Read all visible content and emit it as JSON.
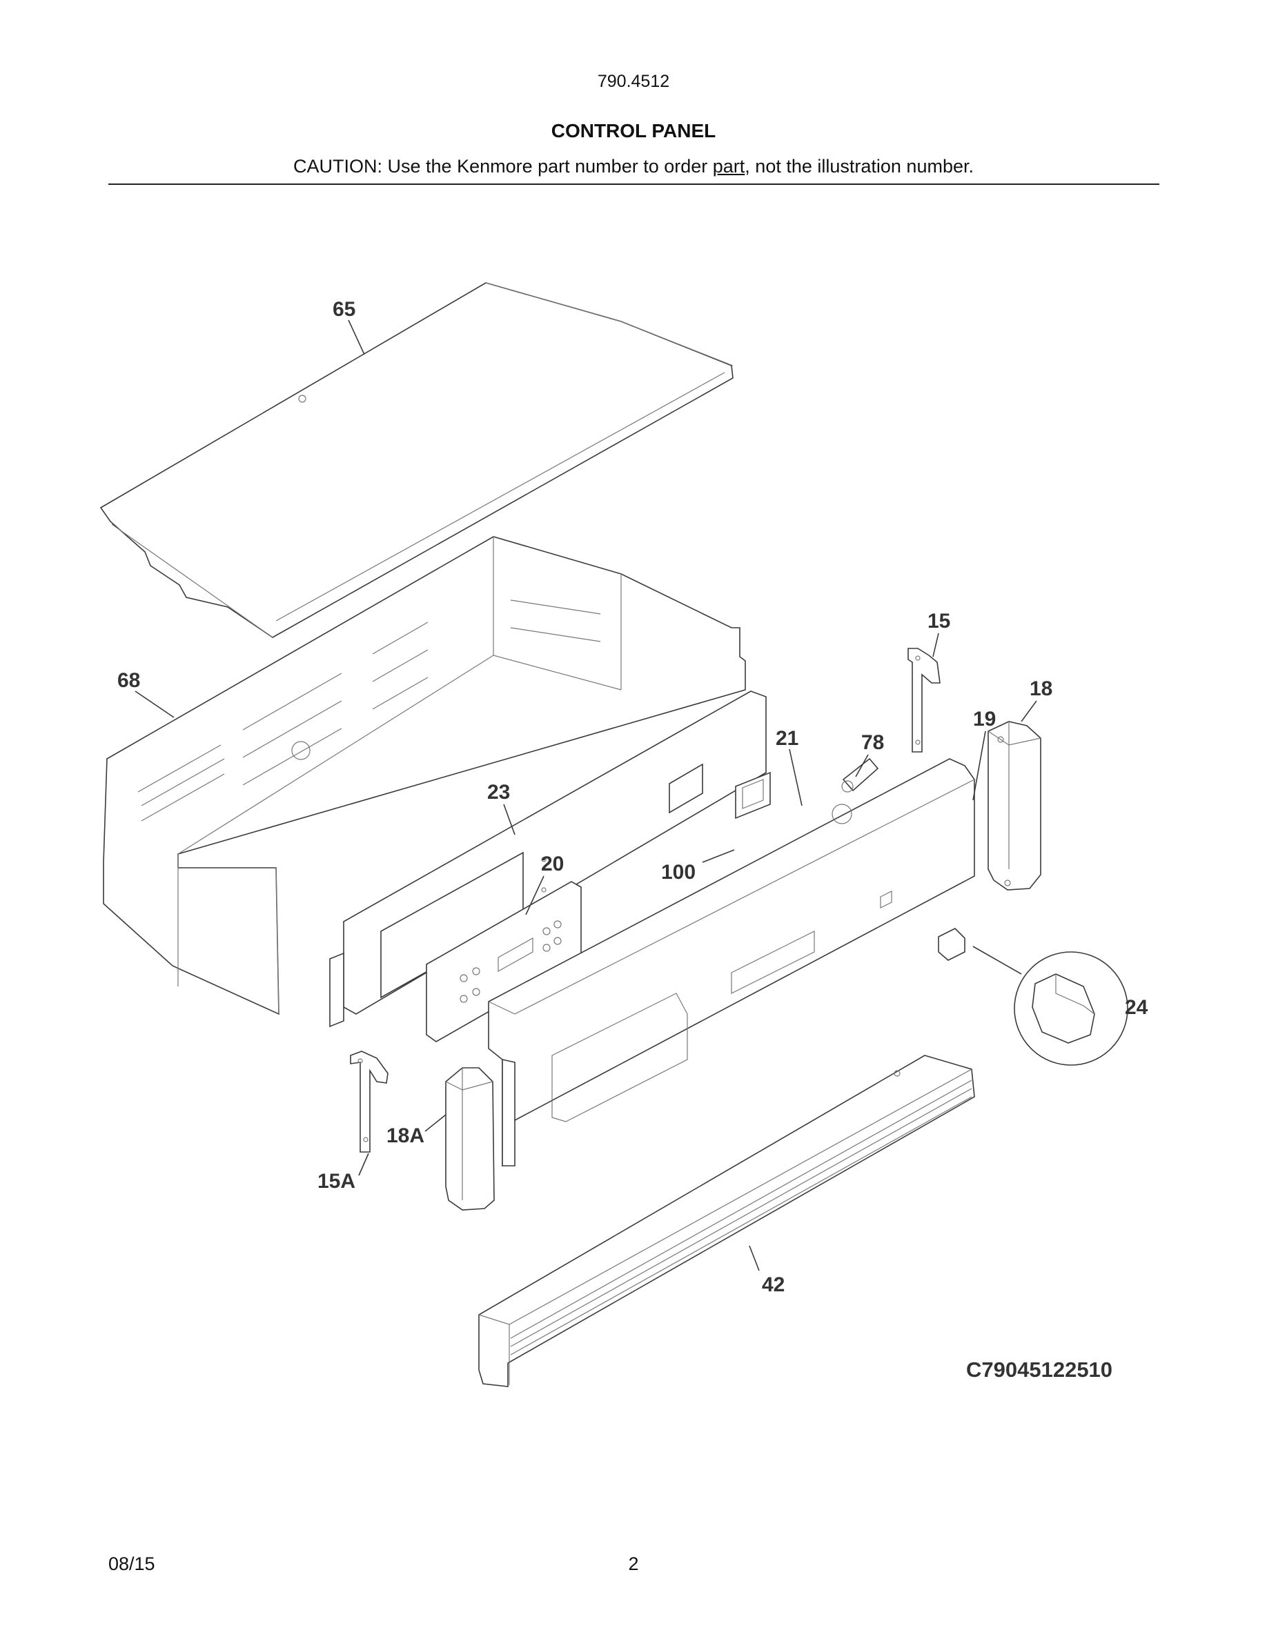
{
  "header": {
    "model": "790.4512",
    "title": "CONTROL PANEL",
    "caution_before": "CAUTION: Use the Kenmore part number to order ",
    "caution_underlined": "part",
    "caution_after": ", not the illustration number."
  },
  "callouts": {
    "c65": "65",
    "c68": "68",
    "c15": "15",
    "c18": "18",
    "c19": "19",
    "c21": "21",
    "c78": "78",
    "c23": "23",
    "c20": "20",
    "c100": "100",
    "c24": "24",
    "c18A": "18A",
    "c15A": "15A",
    "c42": "42"
  },
  "diagram_code": "C79045122510",
  "footer": {
    "date": "08/15",
    "page": "2"
  }
}
